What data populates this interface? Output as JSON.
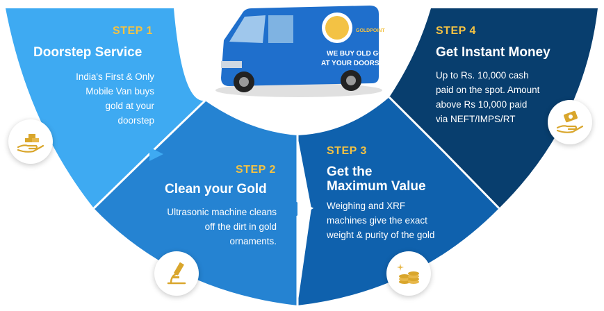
{
  "colors": {
    "step1": "#3eaaf2",
    "step2": "#2583d2",
    "step3": "#0f61ad",
    "step4": "#083e6e",
    "accent": "#f3c244",
    "icon_gold": "#d9a62c"
  },
  "van": {
    "slogan_line1": "WE BUY OLD GOLD",
    "slogan_line2": "AT YOUR DOORSTEP",
    "brand": "GOLDPOINT"
  },
  "steps": [
    {
      "label": "STEP 1",
      "title_lines": [
        "Doorstep Service"
      ],
      "desc_lines": [
        "India's First & Only",
        "Mobile Van buys",
        "gold at your",
        "doorstep"
      ],
      "icon": "hand-with-gold-bars-icon"
    },
    {
      "label": "STEP 2",
      "title_lines": [
        "Clean your Gold"
      ],
      "desc_lines": [
        "Ultrasonic machine cleans",
        "off the dirt in gold",
        "ornaments."
      ],
      "icon": "microscope-icon"
    },
    {
      "label": "STEP 3",
      "title_lines": [
        "Get the",
        "Maximum Value"
      ],
      "desc_lines": [
        "Weighing and XRF",
        "machines give the exact",
        "weight & purity of the gold"
      ],
      "icon": "gold-coins-icon"
    },
    {
      "label": "STEP 4",
      "title_lines": [
        "Get Instant Money"
      ],
      "desc_lines": [
        "Up to Rs. 10,000 cash",
        "paid on the spot. Amount",
        "above Rs 10,000 paid",
        "via NEFT/IMPS/RT"
      ],
      "icon": "hand-with-money-icon"
    }
  ]
}
